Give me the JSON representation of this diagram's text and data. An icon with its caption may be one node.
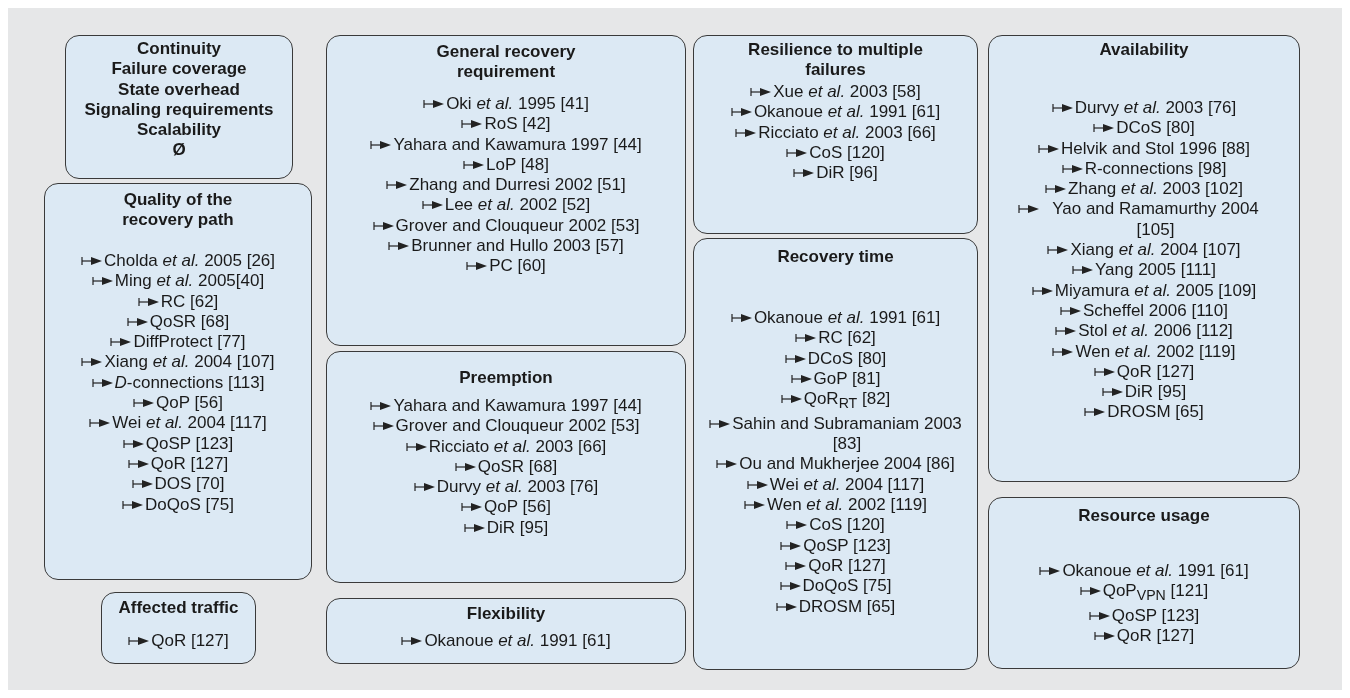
{
  "diagram": {
    "nodes": [
      {
        "text": [
          "Continuity",
          "Failure coverage",
          "State overhead",
          "Signaling requirements",
          "Scalability",
          "Ø"
        ]
      },
      {
        "text": [
          "Quality of the recovery path",
          "Cholda *et al.* 2005 [26]",
          "Ming *et al.* 2005[40]",
          "RC [62]",
          "QoSR [68]",
          "DiffProtect [77]",
          "Xiang *et al.* 2004 [107]",
          "*D*-connections [113]",
          "QoP [56]",
          "Wei *et al.* 2004 [117]",
          "QoSP [123]",
          "QoR [127]",
          "DOS [70]",
          "DoQoS [75]"
        ]
      },
      {
        "text": [
          "Affected traffic",
          "QoR [127]"
        ]
      },
      {
        "text": [
          "General recovery requirement",
          "Oki *et al.* 1995 [41]",
          "RoS [42]",
          "Yahara and Kawamura 1997 [44]",
          "LoP [48]",
          "Zhang and Durresi 2002 [51]",
          "Lee *et al.* 2002 [52]",
          "Grover and Clouqueur 2002 [53]",
          "Brunner and Hullo 2003 [57]",
          "PC [60]"
        ]
      },
      {
        "text": [
          "Preemption",
          "Yahara and Kawamura 1997 [44]",
          "Grover and Clouqueur 2002 [53]",
          "Ricciato *et al.* 2003 [66]",
          "QoSR [68]",
          "Durvy *et al.* 2003 [76]",
          "QoP [56]",
          "DiR [95]"
        ]
      },
      {
        "text": [
          "Flexibility",
          "Okanoue *et al.* 1991 [61]"
        ]
      },
      {
        "text": [
          "Resilience to multiple failures",
          "Xue *et al.* 2003 [58]",
          "Okanoue *et al.* 1991 [61]",
          "Ricciato *et al.* 2003 [66]",
          "CoS [120]",
          "DiR [96]"
        ]
      },
      {
        "text": [
          "Recovery time",
          "Okanoue *et al.* 1991 [61]",
          "RC [62]",
          "DCoS [80]",
          "GoP [81]",
          "QoR$_{RT}$ [82]",
          "Sahin and Subramaniam 2003 [83]",
          "Ou and Mukherjee 2004 [86]",
          "Wei *et al.* 2004 [117]",
          "Wen *et al.* 2002 [119]",
          "CoS [120]",
          "QoSP [123]",
          "QoR [127]",
          "DoQoS [75]",
          "DROSM [65]"
        ]
      },
      {
        "text": [
          "Availability",
          "Durvy *et al.* 2003 [76]",
          "DCoS [80]",
          "Helvik and Stol 1996 [88]",
          "R-connections [98]",
          "Zhang *et al.* 2003 [102]",
          "Yao and Ramamurthy 2004 [105]",
          "Xiang *et al.* 2004 [107]",
          "Yang 2005 [111]",
          "Miyamura *et al.* 2005 [109]",
          "Scheffel 2006 [110]",
          "Stol *et al.* 2006 [112]",
          "Wen *et al.* 2002 [119]",
          "QoR [127]",
          "DiR [95]",
          "DROSM [65]"
        ]
      },
      {
        "text": [
          "Resource usage",
          "Okanoue *et al.* 1991 [61]",
          "QoP$_{VPN}$ [121]",
          "QoSP [123]",
          "QoR [127]"
        ]
      }
    ]
  }
}
